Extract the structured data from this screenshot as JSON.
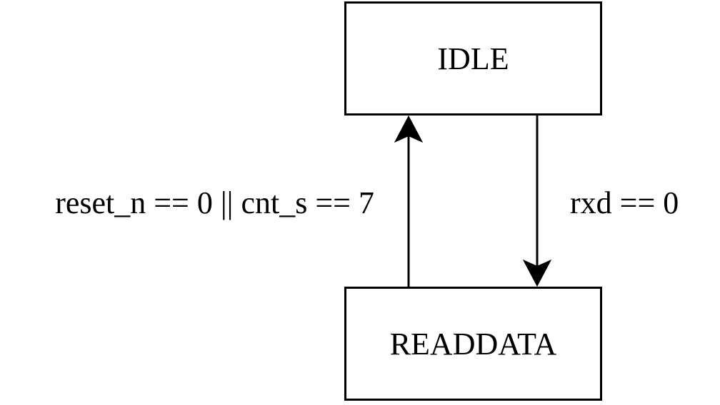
{
  "states": {
    "idle": {
      "label": "IDLE"
    },
    "readdata": {
      "label": "READDATA"
    }
  },
  "transitions": {
    "idle_to_readdata": {
      "label": "rxd == 0"
    },
    "readdata_to_idle": {
      "label": "reset_n == 0 || cnt_s == 7"
    }
  },
  "colors": {
    "stroke": "#000000",
    "background": "#ffffff"
  }
}
